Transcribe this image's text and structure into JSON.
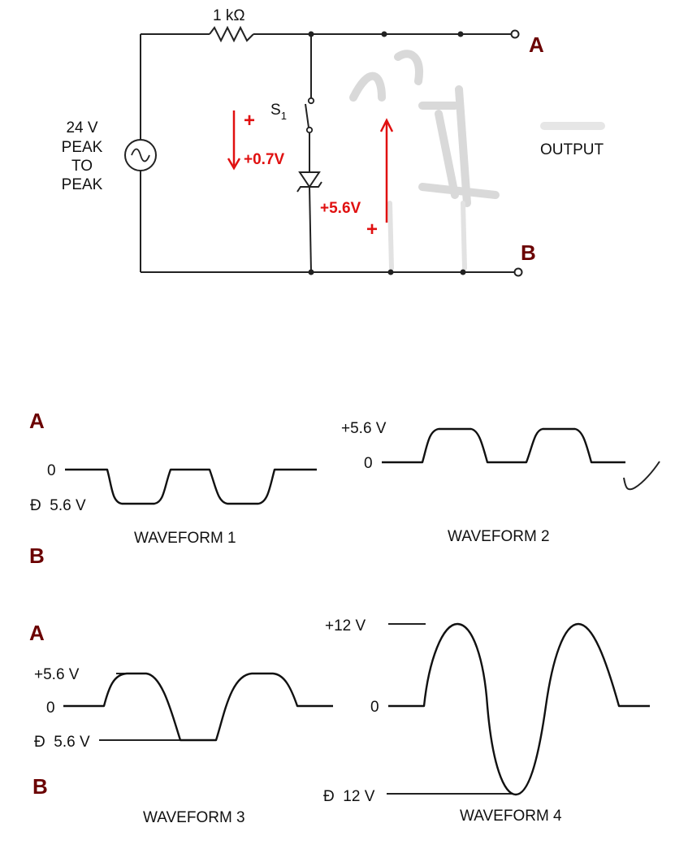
{
  "circuit": {
    "resistor_label": "1 kΩ",
    "source_label": [
      "24 V",
      "PEAK",
      "TO",
      "PEAK"
    ],
    "switch_label": "S",
    "switch_sub": "1",
    "output_label": "OUTPUT",
    "terminal_a": "A",
    "terminal_b": "B",
    "annotations": {
      "plus_left": "+",
      "drop_small": "+0.7V",
      "drop_zener": "+5.6V",
      "plus_right": "+"
    }
  },
  "waveforms": [
    {
      "caption": "WAVEFORM 1",
      "letter_a": "A",
      "letter_b": "B",
      "levels": {
        "zero": "0",
        "neg": "Đ  5.6 V"
      }
    },
    {
      "caption": "WAVEFORM 2",
      "levels": {
        "pos": "+5.6 V",
        "zero": "0"
      }
    },
    {
      "caption": "WAVEFORM 3",
      "letter_a": "A",
      "letter_b": "B",
      "levels": {
        "pos": "+5.6 V",
        "zero": "0",
        "neg": "Đ  5.6 V"
      }
    },
    {
      "caption": "WAVEFORM 4",
      "levels": {
        "pos": "+12 V",
        "zero": "0",
        "neg": "Đ  12 V"
      }
    }
  ],
  "colors": {
    "annotation": "#e01010",
    "terminal_letters": "#6b0000"
  }
}
